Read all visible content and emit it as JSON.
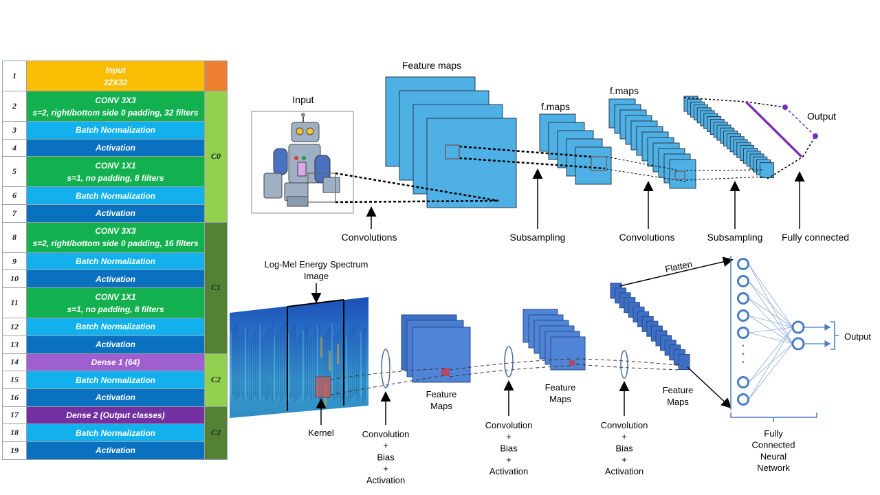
{
  "table": {
    "rows": [
      {
        "num": "1",
        "lines": [
          "Input",
          "32X32"
        ],
        "color": "#fbbc04"
      },
      {
        "num": "2",
        "lines": [
          "CONV 3X3",
          "s=2, right/bottom side 0 padding, 32 filters"
        ],
        "color": "#13b04f"
      },
      {
        "num": "3",
        "lines": [
          "Batch Normalization"
        ],
        "color": "#13b0ee"
      },
      {
        "num": "4",
        "lines": [
          "Activation"
        ],
        "color": "#0a71c0"
      },
      {
        "num": "5",
        "lines": [
          "CONV 1X1",
          "s=1, no padding, 8 filters"
        ],
        "color": "#13b04f"
      },
      {
        "num": "6",
        "lines": [
          "Batch Normalization"
        ],
        "color": "#13b0ee"
      },
      {
        "num": "7",
        "lines": [
          "Activation"
        ],
        "color": "#0a71c0"
      },
      {
        "num": "8",
        "lines": [
          "CONV 3X3",
          "s=2, right/bottom side 0 padding, 16 filters"
        ],
        "color": "#13b04f"
      },
      {
        "num": "9",
        "lines": [
          "Batch Normalization"
        ],
        "color": "#13b0ee"
      },
      {
        "num": "10",
        "lines": [
          "Activation"
        ],
        "color": "#0a71c0"
      },
      {
        "num": "11",
        "lines": [
          "CONV 1X1",
          "s=1, no padding, 8 filters"
        ],
        "color": "#13b04f"
      },
      {
        "num": "12",
        "lines": [
          "Batch Normalization"
        ],
        "color": "#13b0ee"
      },
      {
        "num": "13",
        "lines": [
          "Activation"
        ],
        "color": "#0a71c0"
      },
      {
        "num": "14",
        "lines": [
          "Dense 1 (64)"
        ],
        "color": "#9f5fcf"
      },
      {
        "num": "15",
        "lines": [
          "Batch Normalization"
        ],
        "color": "#13b0ee"
      },
      {
        "num": "16",
        "lines": [
          "Activation"
        ],
        "color": "#0a71c0"
      },
      {
        "num": "17",
        "lines": [
          "Dense 2  (Output classes)"
        ],
        "color": "#7230a0"
      },
      {
        "num": "18",
        "lines": [
          "Batch Normalization"
        ],
        "color": "#13b0ee"
      },
      {
        "num": "19",
        "lines": [
          "Activation"
        ],
        "color": "#0a71c0"
      }
    ],
    "groups": [
      {
        "label": "",
        "rowspan": 1,
        "color": "#ee7e30"
      },
      {
        "label": "C0",
        "rowspan": 6,
        "color": "#92d050"
      },
      {
        "label": "C1",
        "rowspan": 6,
        "color": "#548235"
      },
      {
        "label": "C2",
        "rowspan": 3,
        "color": "#92d050"
      },
      {
        "label": "C2",
        "rowspan": 3,
        "color": "#548235"
      }
    ]
  },
  "top_diagram": {
    "input_label": "Input",
    "feature_maps_label": "Feature maps",
    "fmaps1_label": "f.maps",
    "fmaps2_label": "f.maps",
    "output_label": "Output",
    "convolutions1_label": "Convolutions",
    "subsampling1_label": "Subsampling",
    "convolutions2_label": "Convolutions",
    "subsampling2_label": "Subsampling",
    "fully_connected_label": "Fully connected"
  },
  "bottom_diagram": {
    "spectrum_label_line1": "Log-Mel Energy Spectrum",
    "spectrum_label_line2": "Image",
    "kernel_label": "Kernel",
    "stage_labels": [
      "Convolution",
      "+",
      "Bias",
      "+",
      "Activation"
    ],
    "feature_maps_line1": "Feature",
    "feature_maps_line2": "Maps",
    "flatten_label": "Flatten",
    "output_label": "Output",
    "ellipsis": "•\n•\n•",
    "fcnn_lines": [
      "Fully",
      "Connected",
      "Neural",
      "Network"
    ]
  },
  "colors": {
    "map_fill": "#4eb0e4",
    "map_stroke": "#2a3a4a",
    "dark_map": "#3d6fc4",
    "fc_line": "#7c2ebd",
    "node_stroke": "#4a7cc4"
  }
}
